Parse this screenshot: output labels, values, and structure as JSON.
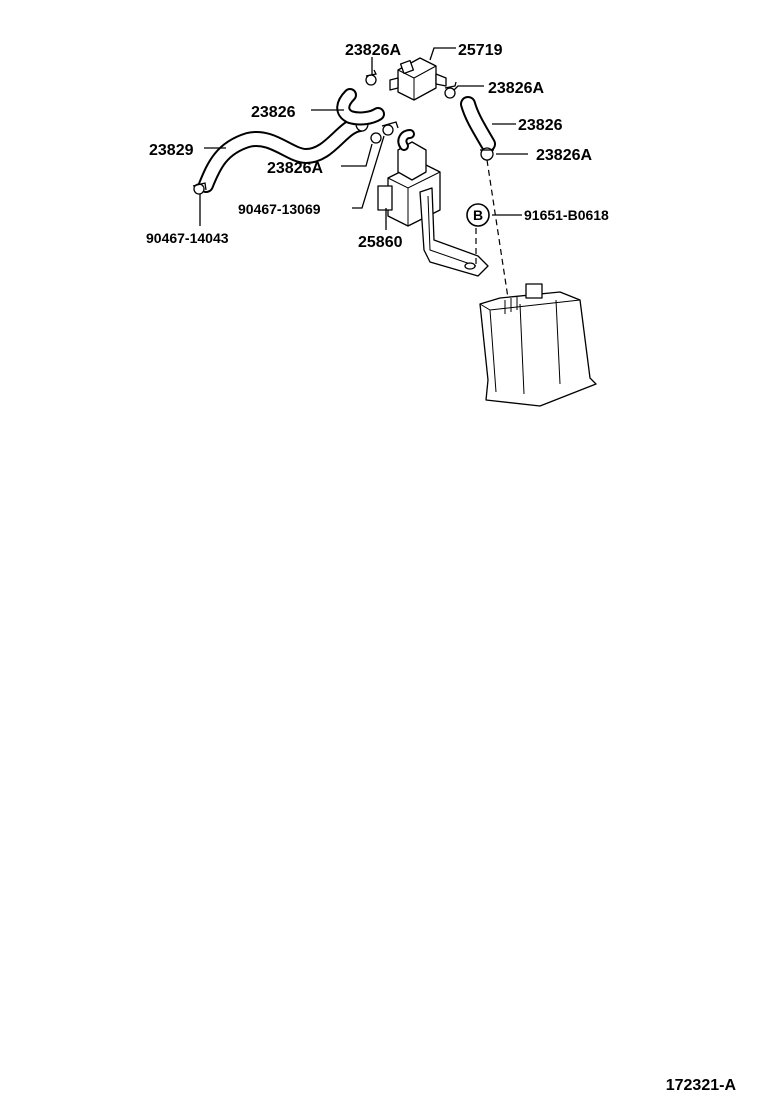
{
  "diagram": {
    "labels": {
      "p_23826A_top": "23826A",
      "p_25719": "25719",
      "p_23826A_right": "23826A",
      "p_23826_left": "23826",
      "p_23826_right": "23826",
      "p_23829": "23829",
      "p_23826A_mid": "23826A",
      "p_23826A_far_right": "23826A",
      "p_90467_13069": "90467-13069",
      "p_91651_B0618": "91651-B0618",
      "p_90467_14043": "90467-14043",
      "p_25860": "25860",
      "circle_B": "B"
    },
    "figure_code": "172321-A"
  }
}
